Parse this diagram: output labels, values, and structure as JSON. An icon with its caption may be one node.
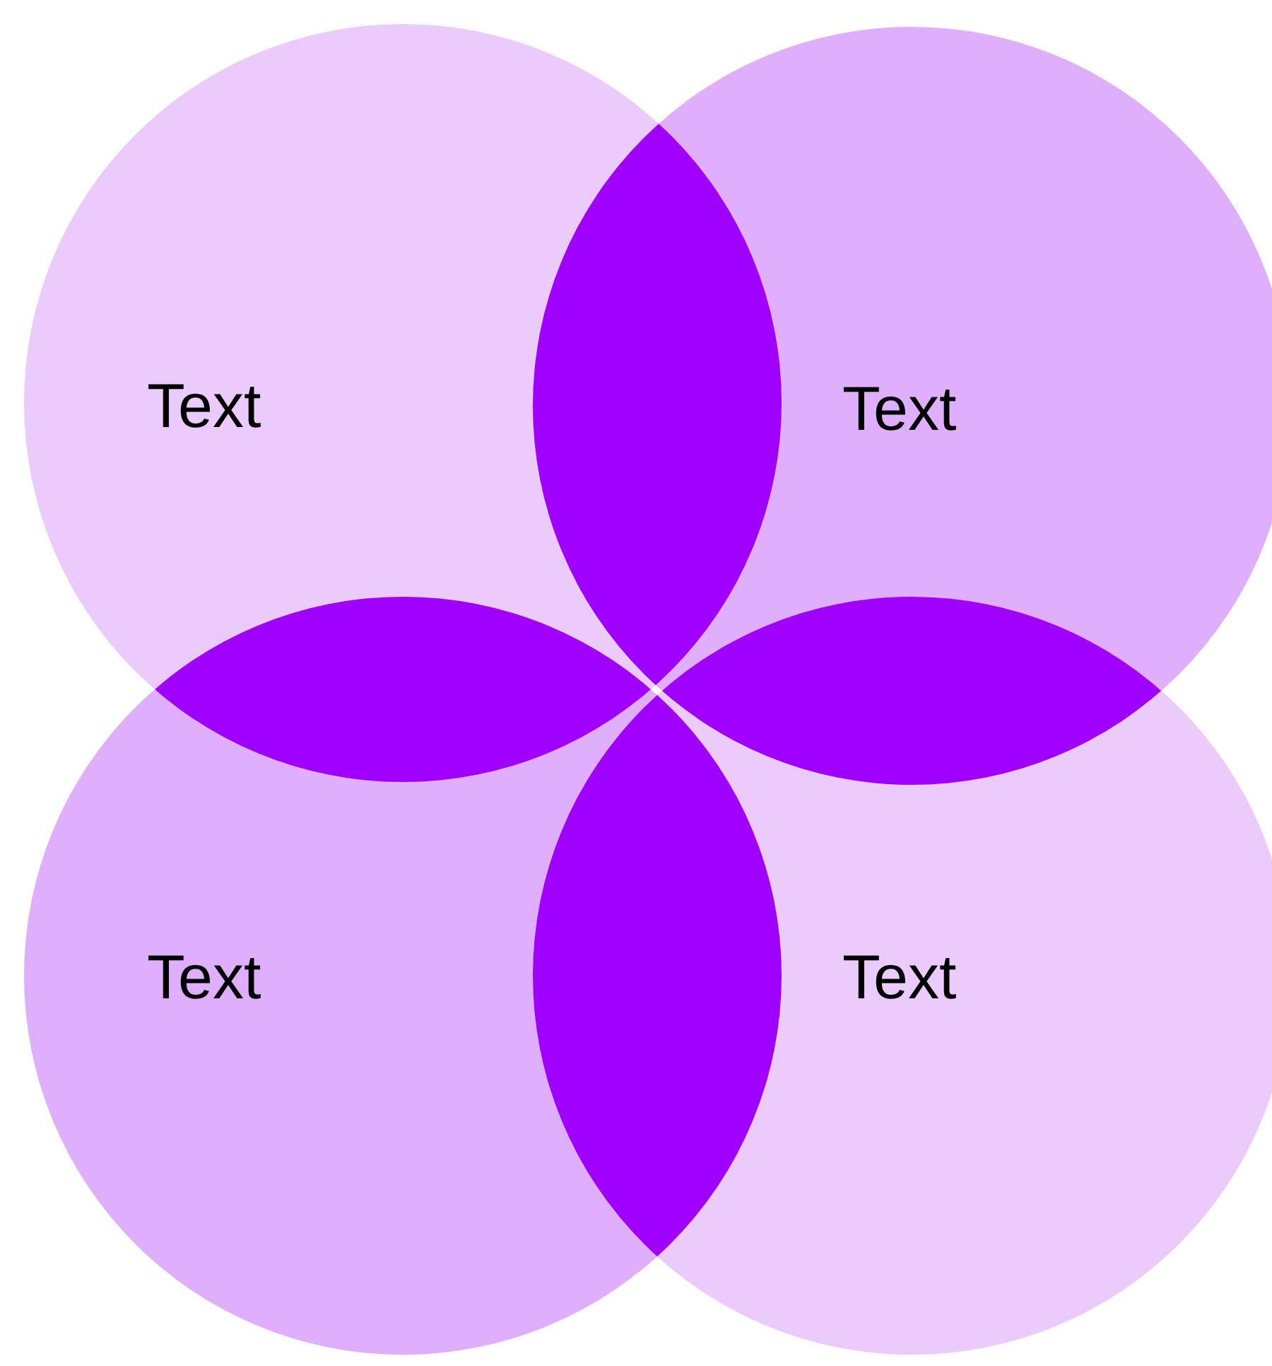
{
  "diagram": {
    "nodes": [
      {
        "text": [
          "Text"
        ]
      },
      {
        "text": [
          "Text"
        ]
      },
      {
        "text": [
          "Text"
        ]
      },
      {
        "text": [
          "Text"
        ]
      }
    ]
  }
}
